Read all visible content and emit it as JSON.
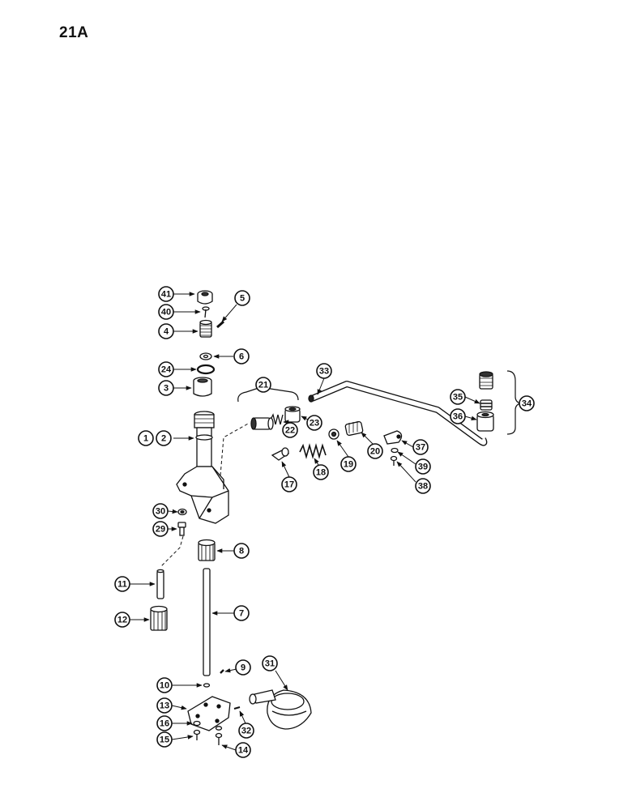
{
  "page": {
    "label": "21A"
  },
  "callouts": [
    {
      "num": "41"
    },
    {
      "num": "40"
    },
    {
      "num": "5"
    },
    {
      "num": "4"
    },
    {
      "num": "6"
    },
    {
      "num": "24"
    },
    {
      "num": "3"
    },
    {
      "num": "1"
    },
    {
      "num": "2"
    },
    {
      "num": "21"
    },
    {
      "num": "22"
    },
    {
      "num": "23"
    },
    {
      "num": "33"
    },
    {
      "num": "35"
    },
    {
      "num": "36"
    },
    {
      "num": "34"
    },
    {
      "num": "37"
    },
    {
      "num": "39"
    },
    {
      "num": "38"
    },
    {
      "num": "20"
    },
    {
      "num": "19"
    },
    {
      "num": "18"
    },
    {
      "num": "17"
    },
    {
      "num": "30"
    },
    {
      "num": "29"
    },
    {
      "num": "8"
    },
    {
      "num": "11"
    },
    {
      "num": "7"
    },
    {
      "num": "12"
    },
    {
      "num": "31"
    },
    {
      "num": "9"
    },
    {
      "num": "10"
    },
    {
      "num": "13"
    },
    {
      "num": "16"
    },
    {
      "num": "32"
    },
    {
      "num": "15"
    },
    {
      "num": "14"
    }
  ]
}
